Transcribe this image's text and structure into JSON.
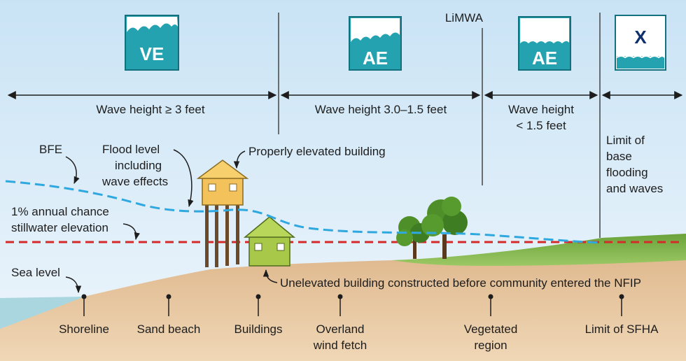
{
  "colors": {
    "sky_top": "#cfe6f6",
    "sky_bottom": "#eaf4fb",
    "sand": "#e8c8a0",
    "sand_dark": "#d8ae7e",
    "sea": "#b9dde6",
    "grass": "#7fb24a",
    "bfe_line": "#2fa8e0",
    "stillwater_line": "#d42a2a",
    "zone_box": "#1f9aa8"
  },
  "zones": [
    {
      "code": "VE",
      "icon": "high-waves-icon"
    },
    {
      "code": "AE",
      "icon": "medium-waves-icon"
    },
    {
      "code": "AE",
      "icon": "small-waves-icon"
    },
    {
      "code": "X",
      "icon": "calm-water-icon"
    }
  ],
  "limwa_label": "LiMWA",
  "ranges": {
    "ve": "Wave height ≥ 3 feet",
    "ae_mid": "Wave height 3.0–1.5 feet",
    "ae_low_line1": "Wave height",
    "ae_low_line2": "< 1.5 feet",
    "x_line1": "Limit of",
    "x_line2": "base",
    "x_line3": "flooding",
    "x_line4": "and waves"
  },
  "annotations": {
    "bfe": "BFE",
    "flood_line1": "Flood level",
    "flood_line2": "including",
    "flood_line3": "wave effects",
    "elevated_building": "Properly elevated building",
    "stillwater_line1": "1% annual chance",
    "stillwater_line2": "stillwater elevation",
    "sea_level": "Sea level",
    "unelevated_building": "Unelevated building constructed before community entered the NFIP"
  },
  "ground_labels": {
    "shoreline": "Shoreline",
    "sand_beach": "Sand beach",
    "buildings": "Buildings",
    "overland_line1": "Overland",
    "overland_line2": "wind fetch",
    "vegetated_line1": "Vegetated",
    "vegetated_line2": "region",
    "limit_sfha": "Limit of SFHA"
  }
}
